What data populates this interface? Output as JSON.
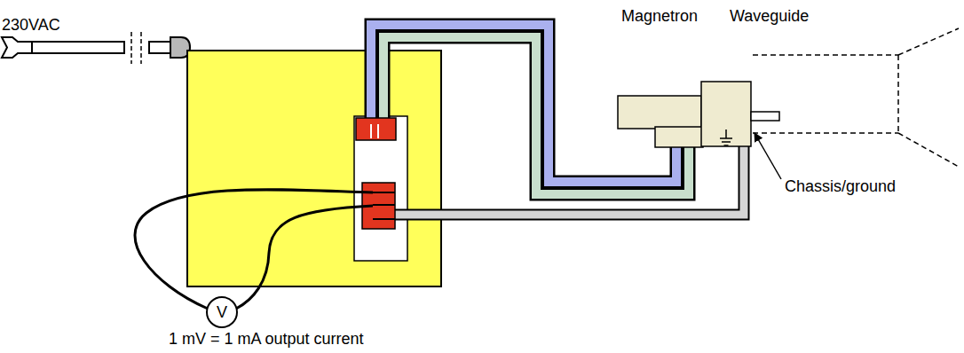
{
  "diagram": {
    "nodes": [
      {
        "text": [
          "Magnetron"
        ]
      },
      {
        "text": [
          "Waveguide"
        ]
      },
      {
        "text": [
          "V"
        ]
      }
    ],
    "labels": [
      "230VAC",
      "Chassis/ground",
      "1 mV = 1 mA output current"
    ]
  }
}
